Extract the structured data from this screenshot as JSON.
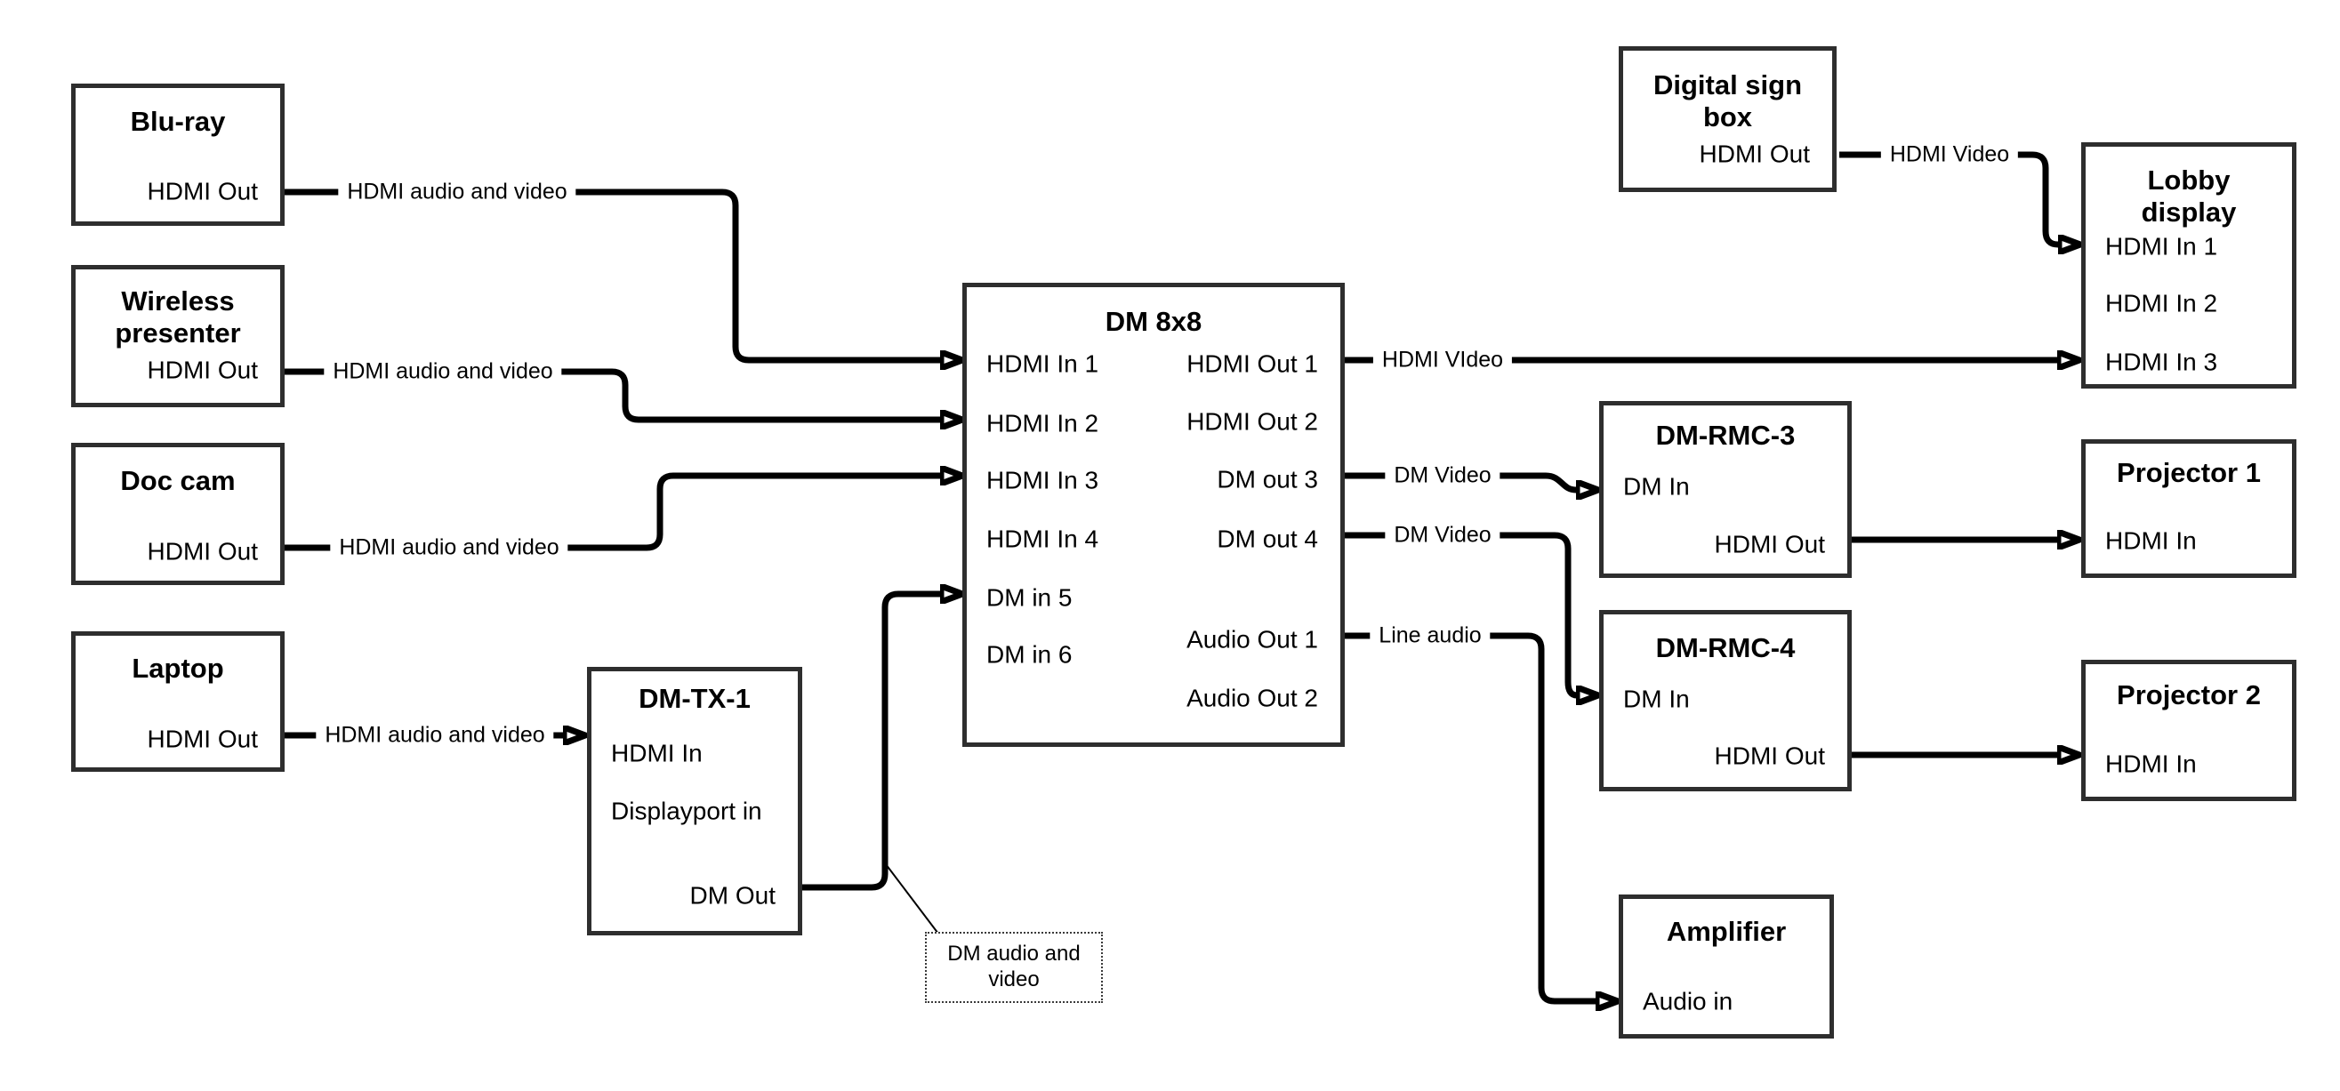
{
  "nodes": {
    "bluray": {
      "title": "Blu-ray",
      "hdmi_out": "HDMI Out"
    },
    "wireless": {
      "title_line1": "Wireless",
      "title_line2": "presenter",
      "hdmi_out": "HDMI Out"
    },
    "doccam": {
      "title": "Doc cam",
      "hdmi_out": "HDMI Out"
    },
    "laptop": {
      "title": "Laptop",
      "hdmi_out": "HDMI Out"
    },
    "dmtx1": {
      "title": "DM-TX-1",
      "hdmi_in": "HDMI In",
      "displayport_in": "Displayport in",
      "dm_out": "DM Out"
    },
    "dm8x8": {
      "title": "DM 8x8",
      "left_ports": [
        "HDMI In 1",
        "HDMI In 2",
        "HDMI In 3",
        "HDMI In 4",
        "DM in 5",
        "DM in 6"
      ],
      "right_ports": [
        "HDMI Out 1",
        "HDMI Out 2",
        "DM out 3",
        "DM out 4",
        "Audio Out 1",
        "Audio Out 2"
      ]
    },
    "digitalsign": {
      "title_line1": "Digital sign",
      "title_line2": "box",
      "hdmi_out": "HDMI Out"
    },
    "lobby": {
      "title_line1": "Lobby",
      "title_line2": "display",
      "ports": [
        "HDMI In 1",
        "HDMI In 2",
        "HDMI In 3"
      ]
    },
    "dmrmc3": {
      "title": "DM-RMC-3",
      "dm_in": "DM In",
      "hdmi_out": "HDMI Out"
    },
    "projector1": {
      "title": "Projector 1",
      "hdmi_in": "HDMI In"
    },
    "dmrmc4": {
      "title": "DM-RMC-4",
      "dm_in": "DM In",
      "hdmi_out": "HDMI Out"
    },
    "projector2": {
      "title": "Projector 2",
      "hdmi_in": "HDMI In"
    },
    "amplifier": {
      "title": "Amplifier",
      "audio_in": "Audio in"
    }
  },
  "edge_labels": {
    "bluray_to_dm8x8": "HDMI audio and video",
    "wireless_to_dm8x8": "HDMI audio and video",
    "doccam_to_dm8x8": "HDMI audio and video",
    "laptop_to_dmtx1": "HDMI audio and video",
    "hdmi_out1_to_lobby": "HDMI VIdeo",
    "dm_out3_to_rmc3": "DM Video",
    "dm_out4_to_rmc4": "DM Video",
    "audio_out1_to_amp": "Line audio",
    "digitalsign_to_lobby": "HDMI Video"
  },
  "callout": {
    "line1": "DM audio and",
    "line2": "video"
  },
  "colors": {
    "wire": "#000000",
    "box_border": "#2e2e2e",
    "background": "#ffffff",
    "text": "#000000"
  }
}
